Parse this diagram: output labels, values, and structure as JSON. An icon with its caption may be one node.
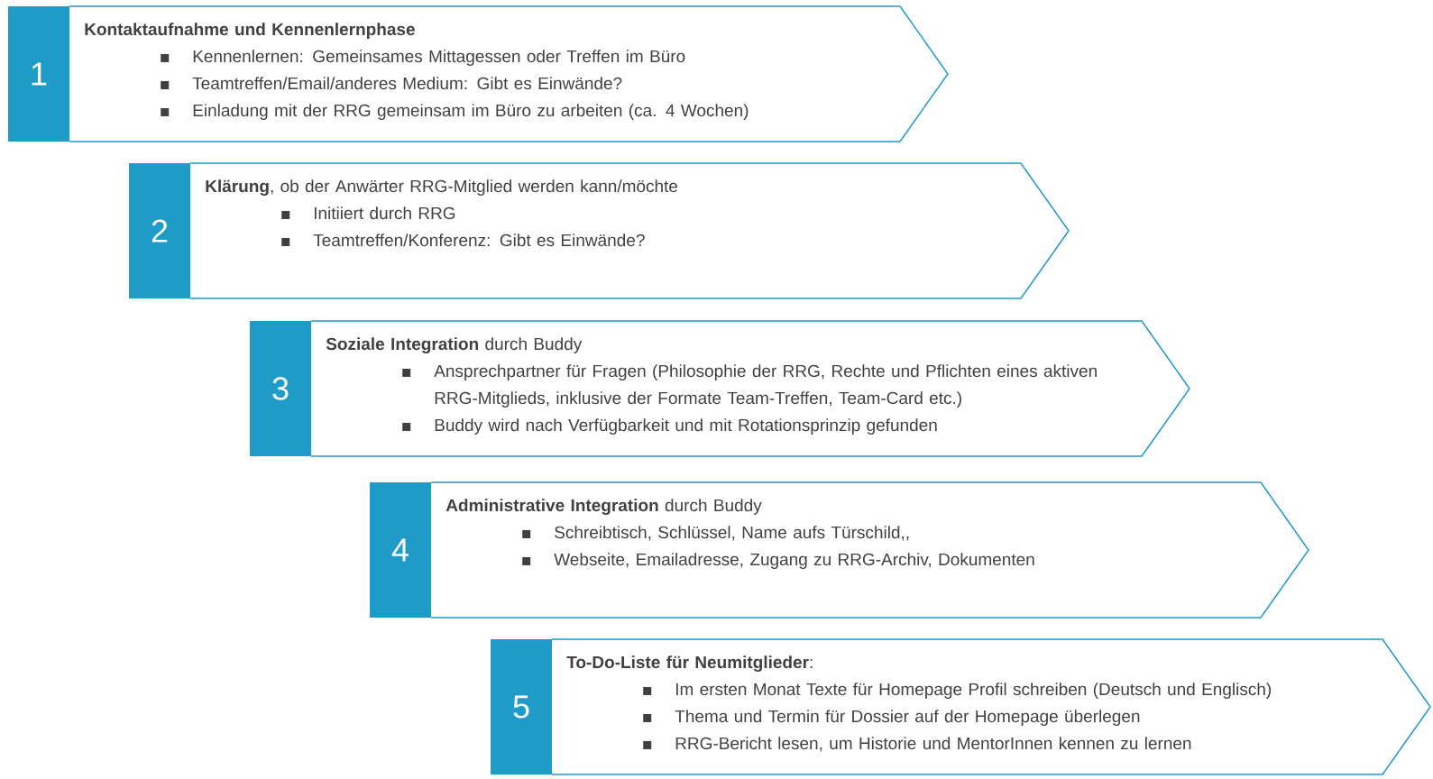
{
  "diagram": {
    "nodes": [
      {
        "text": [
          "1"
        ]
      },
      {
        "text": [
          "Kontaktaufnahme und Kennenlernphase",
          "Kennenlernen: Gemeinsames Mittagessen oder Treffen im Büro",
          "Teamtreffen/Email/anderes Medium: Gibt es Einwände?",
          "Einladung mit der RRG gemeinsam im Büro zu arbeiten (ca. 4 Wochen)"
        ]
      },
      {
        "text": [
          "2"
        ]
      },
      {
        "text": [
          "**Klärung**, ob der Anwärter RRG-Mitglied werden kann/möchte",
          "Initiiert durch RRG",
          "Teamtreffen/Konferenz: Gibt es Einwände?"
        ]
      },
      {
        "text": [
          "3"
        ]
      },
      {
        "text": [
          "**Soziale Integration** durch Buddy",
          "Ansprechpartner für Fragen (Philosophie der RRG, Rechte und Pflichten eines aktiven RRG-Mitglieds, inklusive der Formate Team-Treffen, Team-Card etc.)",
          "Buddy wird nach Verfügbarkeit und mit Rotationsprinzip gefunden"
        ]
      },
      {
        "text": [
          "4"
        ]
      },
      {
        "text": [
          "**Administrative Integration** durch Buddy",
          "Schreibtisch, Schlüssel, Name aufs Türschild,,",
          "Webseite, Emailadresse, Zugang zu RRG-Archiv, Dokumenten"
        ]
      },
      {
        "text": [
          "5"
        ]
      },
      {
        "text": [
          "**To-Do-Liste für Neumitglieder**:",
          "Im ersten Monat Texte für Homepage Profil schreiben (Deutsch und Englisch)",
          "Thema und Termin für Dossier auf der Homepage überlegen",
          "RRG-Bericht lesen, um Historie und MentorInnen kennen zu lernen"
        ]
      }
    ]
  }
}
